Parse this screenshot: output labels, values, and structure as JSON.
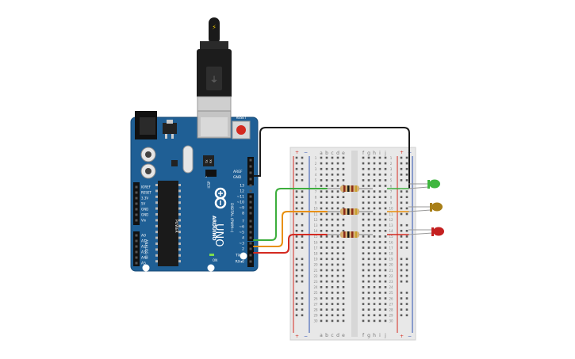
{
  "board": {
    "brand": "ARDUINO",
    "model": "UNO",
    "on_label": "ON",
    "power_label": "POWER",
    "analog_in_label": "ANALOG IN",
    "digital_label": "DIGITAL (PWM~)",
    "reset_label": "RESET",
    "icsp_label": "ICSP",
    "l_label": "L",
    "tx_label": "TX",
    "rx_label": "RX",
    "aref_label": "AREF",
    "gnd_label": "GND",
    "digital_pins": [
      "13",
      "12",
      "~11",
      "~10",
      "~9",
      "8",
      "7",
      "~6",
      "~5",
      "4",
      "~3",
      "2",
      "TX▸1",
      "RX◂0"
    ],
    "power_pins": [
      "IOREF",
      "RESET",
      "3.3V",
      "5V",
      "GND",
      "GND",
      "Vin"
    ],
    "analog_pins": [
      "A0",
      "A1",
      "A2",
      "A3",
      "A4",
      "A5"
    ]
  },
  "breadboard": {
    "columns_left": [
      "a",
      "b",
      "c",
      "d",
      "e"
    ],
    "columns_right": [
      "f",
      "g",
      "h",
      "i",
      "j"
    ],
    "rows": [
      "1",
      "2",
      "3",
      "4",
      "5",
      "6",
      "7",
      "8",
      "9",
      "10",
      "11",
      "12",
      "13",
      "14",
      "15",
      "16",
      "17",
      "18",
      "19",
      "20",
      "21",
      "22",
      "23",
      "24",
      "25",
      "26",
      "27",
      "28",
      "29",
      "30"
    ],
    "rail_plus": "+",
    "rail_minus": "−"
  },
  "wires": {
    "gnd": "#1a1a1a",
    "green": "#3dae3d",
    "orange": "#e8900c",
    "red": "#d42a20"
  },
  "leds": {
    "green": "#3fb63f",
    "yellow": "#a87f18",
    "red": "#c42020"
  },
  "board_color": "#1f5f95"
}
